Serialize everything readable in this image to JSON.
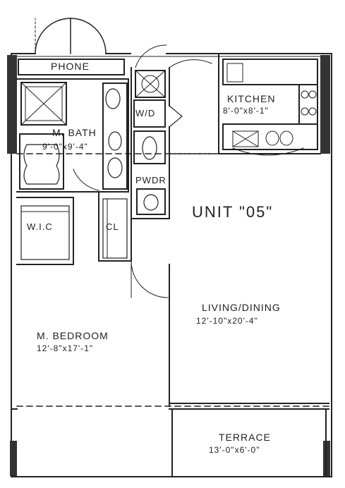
{
  "unit": {
    "title": "UNIT \"05\""
  },
  "rooms": {
    "phone": {
      "label": "PHONE"
    },
    "kitchen": {
      "label": "KITCHEN",
      "dims": "8'-0\"x8'-1\""
    },
    "master_bath": {
      "label": "M. BATH",
      "dims": "9'-0\"x9'-4\""
    },
    "wd": {
      "label": "W/D"
    },
    "powder": {
      "label": "PWDR"
    },
    "wic": {
      "label": "W.I.C"
    },
    "closet": {
      "label": "CL"
    },
    "living_dining": {
      "label": "LIVING/DINING",
      "dims": "12'-10\"x20'-4\""
    },
    "master_bedroom": {
      "label": "M. BEDROOM",
      "dims": "12'-8\"x17'-1\""
    },
    "terrace": {
      "label": "TERRACE",
      "dims": "13'-0\"x6'-0\""
    }
  },
  "colors": {
    "ink": "#222222",
    "background": "#ffffff"
  }
}
